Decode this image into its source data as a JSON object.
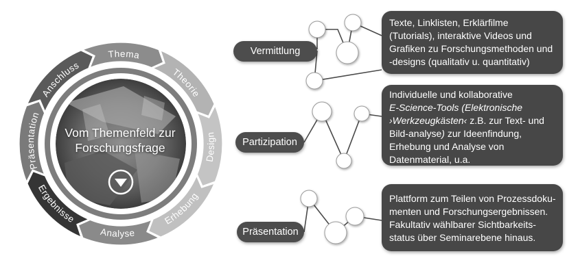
{
  "wheel": {
    "center_title": "Vom Themenfeld zur Forschungsfrage",
    "play_icon": "chevron-down-in-circle-icon",
    "segments": [
      {
        "label": "Thema",
        "color": "#8c8c8c",
        "text_color": "#ffffff"
      },
      {
        "label": "Theorie",
        "color": "#b3b3b3",
        "text_color": "#ffffff"
      },
      {
        "label": "Design",
        "color": "#c4c4c4",
        "text_color": "#ffffff"
      },
      {
        "label": "Erhebung",
        "color": "#c0c0c0",
        "text_color": "#ffffff"
      },
      {
        "label": "Analyse",
        "color": "#8a8a8a",
        "text_color": "#ffffff"
      },
      {
        "label": "Ergebnisse",
        "color": "#353535",
        "text_color": "#ffffff"
      },
      {
        "label": "Präsentation",
        "color": "#7a7a7a",
        "text_color": "#ffffff"
      },
      {
        "label": "Anschluss",
        "color": "#5a5a5a",
        "text_color": "#ffffff"
      }
    ]
  },
  "rows": [
    {
      "tag": "Vermittlung",
      "lines": [
        "Texte, Linklisten, Erklärfilme",
        "(Tutorials), interaktive Videos und",
        "Grafiken zu Forschungsmethoden und",
        "-designs (qualitativ u. quantitativ)"
      ]
    },
    {
      "tag": "Partizipation",
      "line1": "Individuelle und kollaborative",
      "line2": "E-Science-Tools (Elektronische",
      "line3_italic": "›Werkzeugkästen‹",
      "line3_rest": " z.B. zur Text- und",
      "line4_a": "Bild-analyse",
      "line4_b": ")",
      "line4_c": " zur Ideenfindung,",
      "line5": "Erhebung und Analyse von",
      "line6": "Datenmaterial, u.a."
    },
    {
      "tag": "Präsentation",
      "lines": [
        "Plattform zum Teilen von Prozessdoku-",
        "menten und Forschungsergebnissen.",
        "Fakultativ wählbarer Sichtbarkeits-",
        "status über Seminarebene hinaus."
      ]
    }
  ],
  "colors": {
    "pill": "#4d4d4d",
    "box": "#474747",
    "connector": "#4a4a4a",
    "node_stroke": "#9a9a9a"
  }
}
